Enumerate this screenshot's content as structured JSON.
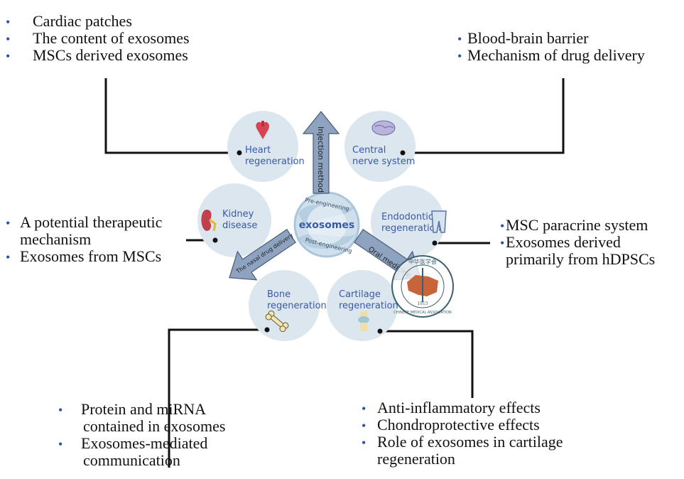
{
  "center": {
    "label": "exosomes",
    "pre_label": "Pre-engineering",
    "post_label": "Post-engineering"
  },
  "routes": {
    "up": "Injection method",
    "left": "The nasal drug delivery",
    "right": "Oral medicine"
  },
  "nodes": {
    "heart": {
      "line1": "Heart",
      "line2": "regeneration",
      "icon": "heart-icon"
    },
    "cns": {
      "line1": "Central",
      "line2": "nerve system",
      "icon": "brain-icon"
    },
    "kidney": {
      "line1": "Kidney",
      "line2": "disease",
      "icon": "kidney-icon"
    },
    "endo": {
      "line1": "Endodontics",
      "line2": "regeneration",
      "icon": "tooth-icon"
    },
    "bone": {
      "line1": "Bone",
      "line2": "regeneration",
      "icon": "bone-icon"
    },
    "cartilage": {
      "line1": "Cartilage",
      "line2": "regeneration",
      "icon": "knee-joint-icon"
    }
  },
  "watermark": {
    "text_top": "中华医学会",
    "text_bottom": "CHINESE MEDICAL ASSOCIATION",
    "year": "1915"
  },
  "notes": {
    "heart": [
      "Cardiac patches",
      "The content of exosomes",
      "MSCs derived exosomes"
    ],
    "cns": [
      "Blood-brain barrier",
      "Mechanism of drug delivery"
    ],
    "kidney": [
      [
        "A potential therapeutic",
        "mechanism"
      ],
      [
        "Exosomes from MSCs"
      ]
    ],
    "endo": [
      [
        "MSC paracrine system"
      ],
      [
        "Exosomes derived",
        "primarily from hDPSCs"
      ]
    ],
    "bone": [
      [
        "Protein and miRNA",
        "contained in exosomes"
      ],
      [
        "Exosomes-mediated",
        "communication"
      ]
    ],
    "cartilage": [
      [
        "Anti-inflammatory effects"
      ],
      [
        "Chondroprotective effects"
      ],
      [
        "Role of exosomes in cartilage",
        "regeneration"
      ]
    ]
  },
  "colors": {
    "circle": "#dbe6ee",
    "arrow": "#8ea3bf",
    "label": "#3a5aa8",
    "bullet": "#2f4fa0",
    "watermark_map": "#c8643a"
  }
}
